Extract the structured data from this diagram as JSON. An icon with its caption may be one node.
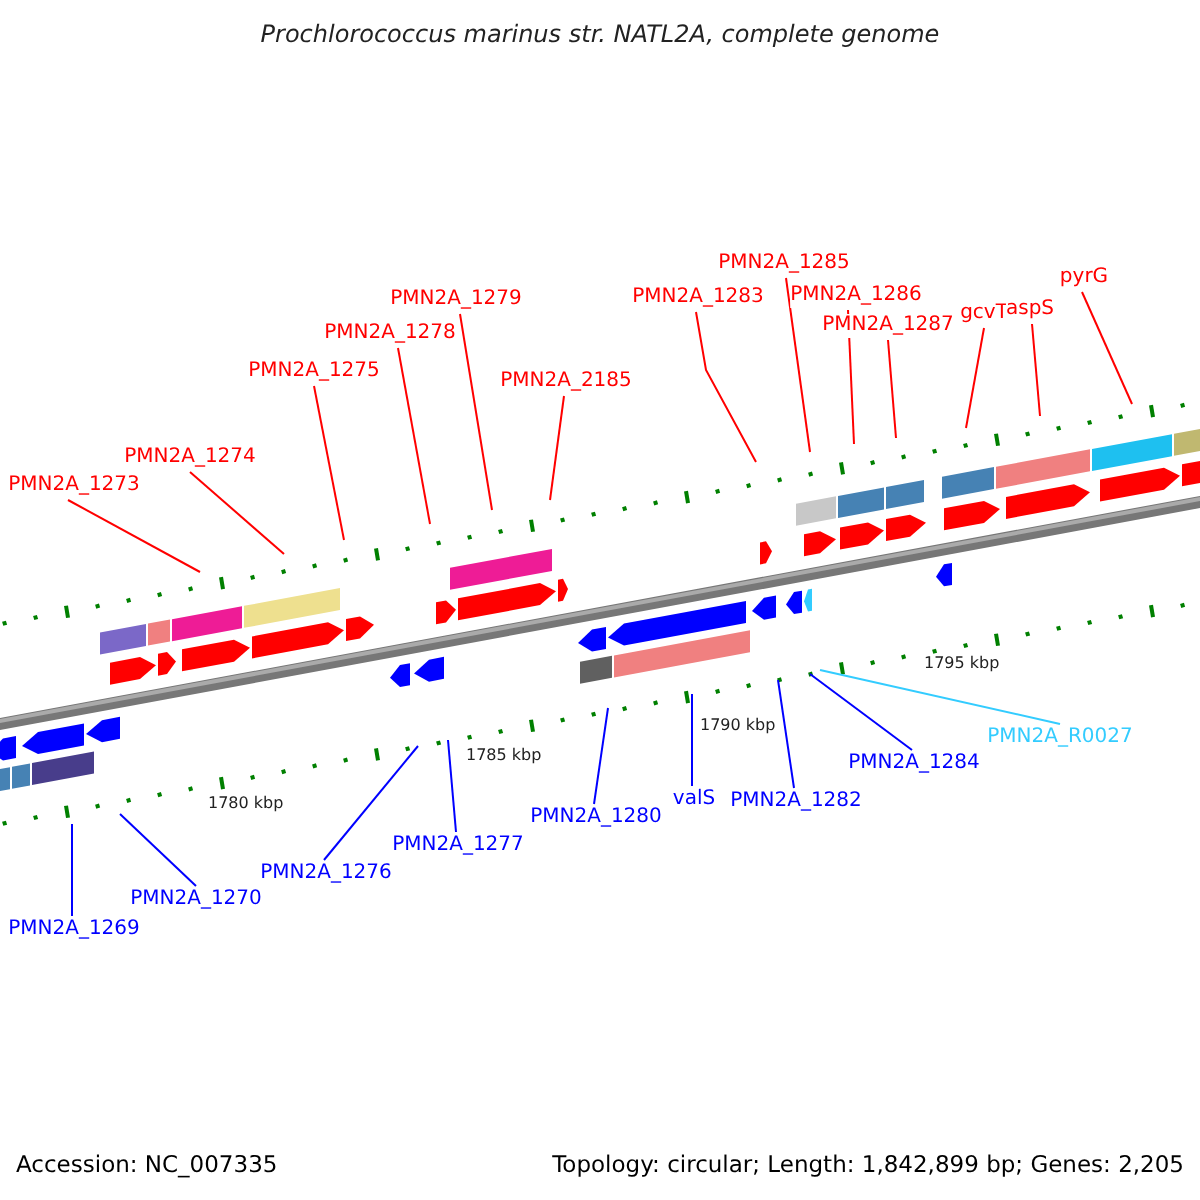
{
  "diagram": {
    "title": "Prochlorococcus marinus str. NATL2A, complete genome",
    "nodes": [
      {
        "text": [
          "PMN2A_1273"
        ]
      },
      {
        "text": [
          "PMN2A_1274"
        ]
      },
      {
        "text": [
          "PMN2A_1275"
        ]
      },
      {
        "text": [
          "PMN2A_1278"
        ]
      },
      {
        "text": [
          "PMN2A_1279"
        ]
      },
      {
        "text": [
          "PMN2A_2185"
        ]
      },
      {
        "text": [
          "PMN2A_1283"
        ]
      },
      {
        "text": [
          "PMN2A_1285"
        ]
      },
      {
        "text": [
          "PMN2A_1286"
        ]
      },
      {
        "text": [
          "PMN2A_1287"
        ]
      },
      {
        "text": [
          "gcvT"
        ]
      },
      {
        "text": [
          "aspS"
        ]
      },
      {
        "text": [
          "pyrG"
        ]
      },
      {
        "text": [
          "PMN2A_1269"
        ]
      },
      {
        "text": [
          "PMN2A_1270"
        ]
      },
      {
        "text": [
          "PMN2A_1276"
        ]
      },
      {
        "text": [
          "PMN2A_1277"
        ]
      },
      {
        "text": [
          "PMN2A_1280"
        ]
      },
      {
        "text": [
          "valS"
        ]
      },
      {
        "text": [
          "PMN2A_1282"
        ]
      },
      {
        "text": [
          "PMN2A_1284"
        ]
      },
      {
        "text": [
          "PMN2A_R0027"
        ]
      }
    ],
    "edges": [
      {
        "from": 0,
        "to": null,
        "arrow": "none"
      },
      {
        "from": 1,
        "to": null,
        "arrow": "none"
      },
      {
        "from": 2,
        "to": null,
        "arrow": "none"
      },
      {
        "from": 3,
        "to": null,
        "arrow": "none"
      },
      {
        "from": 4,
        "to": null,
        "arrow": "none"
      },
      {
        "from": 5,
        "to": null,
        "arrow": "none"
      },
      {
        "from": 6,
        "to": null,
        "arrow": "none"
      },
      {
        "from": 7,
        "to": null,
        "arrow": "none"
      },
      {
        "from": 8,
        "to": null,
        "arrow": "none"
      },
      {
        "from": 9,
        "to": null,
        "arrow": "none"
      },
      {
        "from": 10,
        "to": null,
        "arrow": "none"
      },
      {
        "from": 11,
        "to": null,
        "arrow": "none"
      },
      {
        "from": 12,
        "to": null,
        "arrow": "none"
      },
      {
        "from": 13,
        "to": null,
        "arrow": "none",
        "color": "#0000ff"
      },
      {
        "from": 14,
        "to": null,
        "arrow": "none",
        "color": "#0000ff"
      },
      {
        "from": 15,
        "to": null,
        "arrow": "none",
        "color": "#0000ff"
      },
      {
        "from": 16,
        "to": null,
        "arrow": "none",
        "color": "#0000ff"
      },
      {
        "from": 17,
        "to": null,
        "arrow": "none",
        "color": "#0000ff"
      },
      {
        "from": 18,
        "to": null,
        "arrow": "none",
        "color": "#0000ff"
      },
      {
        "from": 19,
        "to": null,
        "arrow": "none",
        "color": "#0000ff"
      },
      {
        "from": 20,
        "to": null,
        "arrow": "none",
        "color": "#0000ff"
      },
      {
        "from": 21,
        "to": null,
        "arrow": "none",
        "color": "#33ccff"
      }
    ],
    "labels": [
      "1780 kbp",
      "1785 kbp",
      "1790 kbp",
      "1795 kbp",
      "Accession: NC_007335",
      "Topology: circular; Length: 1,842,899 bp; Genes: 2,205"
    ]
  }
}
